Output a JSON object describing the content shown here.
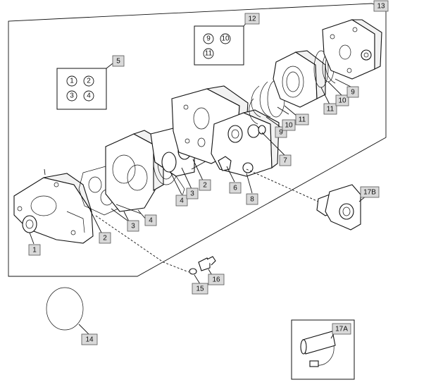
{
  "callouts": {
    "c1": "1",
    "c2": "2",
    "c3": "3",
    "c4": "4",
    "c5": "5",
    "c6": "6",
    "c7": "7",
    "c8": "8",
    "c9": "9",
    "c10": "10",
    "c11": "11",
    "c12": "12",
    "c13": "13",
    "c14": "14",
    "c15": "15",
    "c16": "16",
    "c17a": "17A",
    "c17b": "17B",
    "k2_2": "2",
    "k2_3": "3",
    "k2_4": "4",
    "k3_9": "9",
    "k3_10": "10",
    "k3_11": "11"
  },
  "kits": {
    "kit5": [
      "1",
      "2",
      "3",
      "4"
    ],
    "kit12": [
      "9",
      "10",
      "11"
    ]
  }
}
